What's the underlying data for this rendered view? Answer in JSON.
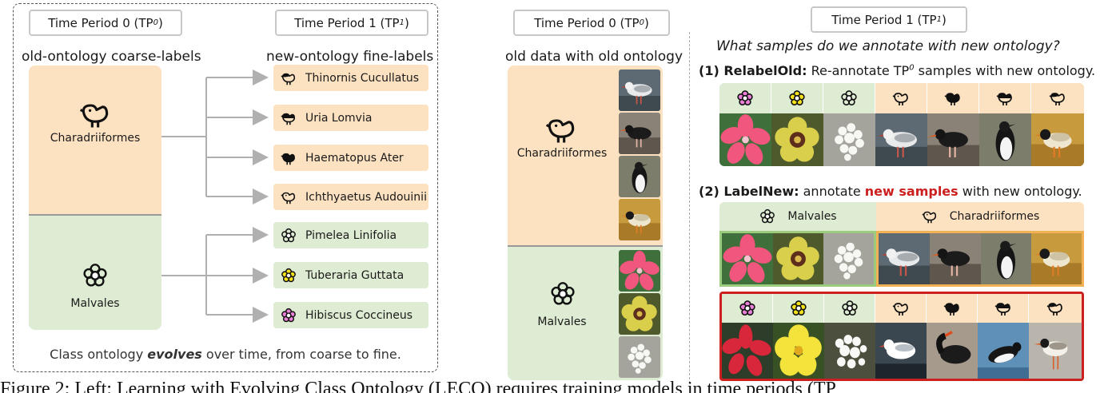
{
  "left": {
    "tp0": "Time Period 0 (TP",
    "tp0_sup": "0",
    "tp1": "Time Period 1 (TP",
    "tp1_sup": "1",
    "close": ")",
    "old_heading": "old-ontology coarse-labels",
    "new_heading": "new-ontology fine-labels",
    "coarse": [
      {
        "label": "Charadriiformes",
        "icon": "bird-outline-icon"
      },
      {
        "label": "Malvales",
        "icon": "flower-outline-icon"
      }
    ],
    "fine": [
      {
        "label": "Thinornis Cucullatus",
        "icon": "bird-capped-icon"
      },
      {
        "label": "Uria Lomvia",
        "icon": "bird-dark-top-icon"
      },
      {
        "label": "Haematopus Ater",
        "icon": "bird-black-icon"
      },
      {
        "label": "Ichthyaetus Audouinii",
        "icon": "bird-outline-icon"
      },
      {
        "label": "Pimelea Linifolia",
        "icon": "flower-outline-icon"
      },
      {
        "label": "Tuberaria Guttata",
        "icon": "flower-yellow-icon"
      },
      {
        "label": "Hibiscus Coccineus",
        "icon": "flower-pink-icon"
      }
    ],
    "caption_pre": "Class ontology ",
    "caption_em": "evolves",
    "caption_post": " over time, from coarse to fine."
  },
  "middle": {
    "tp0": "Time Period 0 (TP",
    "tp0_sup": "0",
    "close": ")",
    "heading": "old data with old ontology",
    "coarse": [
      {
        "label": "Charadriiformes"
      },
      {
        "label": "Malvales"
      }
    ]
  },
  "right": {
    "tp1": "Time Period 1 (TP",
    "tp1_sup": "1",
    "close": ")",
    "question": "What samples do we annotate with new ontology?",
    "s1_bold": "(1) RelabelOld:",
    "s1_text": " Re-annotate TP",
    "s1_sup": "0",
    "s1_end": " samples with new ontology.",
    "s2_bold": "(2) LabelNew:",
    "s2_text": " annotate ",
    "s2_red": "new samples",
    "s2_end": " with new ontology.",
    "group_malvales": "Malvales",
    "group_charadriiformes": "Charadriiformes"
  },
  "colors": {
    "orange": "#fde2c2",
    "green": "#deecd3",
    "red_accent": "#cc1f1f",
    "arrow": "#b0b0b0"
  },
  "footer_fragment": "Figure 2: Left: Learning with Evolving Class Ontology (LECO) requires training models in time periods (TP"
}
